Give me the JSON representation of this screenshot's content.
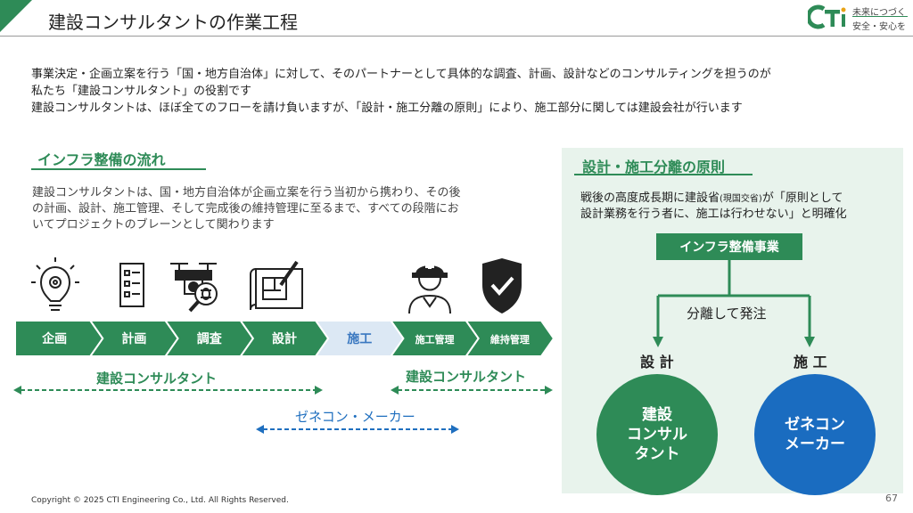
{
  "header": {
    "title": "建設コンサルタントの作業工程",
    "logo_text": "CTi",
    "tagline_1": "未来につづく",
    "tagline_2": "安全・安心を"
  },
  "intro": {
    "line1": "事業決定・企画立案を行う「国・地方自治体」に対して、そのパートナーとして具体的な調査、計画、設計などのコンサルティングを担うのが",
    "line2": "私たち「建設コンサルタント」の役割です",
    "line3": "建設コンサルタントは、ほぼ全てのフローを請け負いますが、「設計・施工分離の原則」により、施工部分に関しては建設会社が行います"
  },
  "infra": {
    "title": "インフラ整備の流れ",
    "desc1": "建設コンサルタントは、国・地方自治体が企画立案を行う当初から携わり、その後",
    "desc2": "の計画、設計、施工管理、そして完成後の維持管理に至るまで、すべての段階にお",
    "desc3": "いてプロジェクトのブレーンとして関わります",
    "icons": [
      "lightbulb-gear-icon",
      "checklist-icon",
      "drone-inspection-icon",
      "blueprint-pencil-icon",
      "engineer-helmet-icon",
      "shield-check-icon"
    ],
    "steps": [
      {
        "label": "企画",
        "color": "#2e8b57",
        "text_color": "#ffffff"
      },
      {
        "label": "計画",
        "color": "#2e8b57",
        "text_color": "#ffffff"
      },
      {
        "label": "調査",
        "color": "#2e8b57",
        "text_color": "#ffffff"
      },
      {
        "label": "設計",
        "color": "#2e8b57",
        "text_color": "#ffffff"
      },
      {
        "label": "施工",
        "color": "#dce8f4",
        "text_color": "#3a78c0"
      },
      {
        "label": "施工管理",
        "color": "#2e8b57",
        "text_color": "#ffffff"
      },
      {
        "label": "維持管理",
        "color": "#2e8b57",
        "text_color": "#ffffff"
      }
    ],
    "consultant_left": "建設コンサルタント",
    "consultant_right": "建設コンサルタント",
    "genecon": "ゼネコン・メーカー"
  },
  "principle": {
    "title": "設計・施工分離の原則",
    "text1_a": "戦後の高度成長期に建設省",
    "text1_small": "(現国交省)",
    "text1_b": "が「原則として",
    "text2": "設計業務を行う者に、施工は行わせない」と明確化",
    "box": "インフラ整備事業",
    "split": "分離して発注",
    "col_design": "設 計",
    "col_build": "施 工",
    "circle_consultant": [
      "建設",
      "コンサル",
      "タント"
    ],
    "circle_genecon": [
      "ゼネコン",
      "メーカー"
    ]
  },
  "colors": {
    "brand_green": "#2e8b57",
    "brand_blue": "#1a6cc0",
    "panel_bg": "#e8f3ec"
  },
  "footer": {
    "copyright": "Copyright © 2025 CTI Engineering Co., Ltd. All Rights Reserved.",
    "page": "67"
  }
}
